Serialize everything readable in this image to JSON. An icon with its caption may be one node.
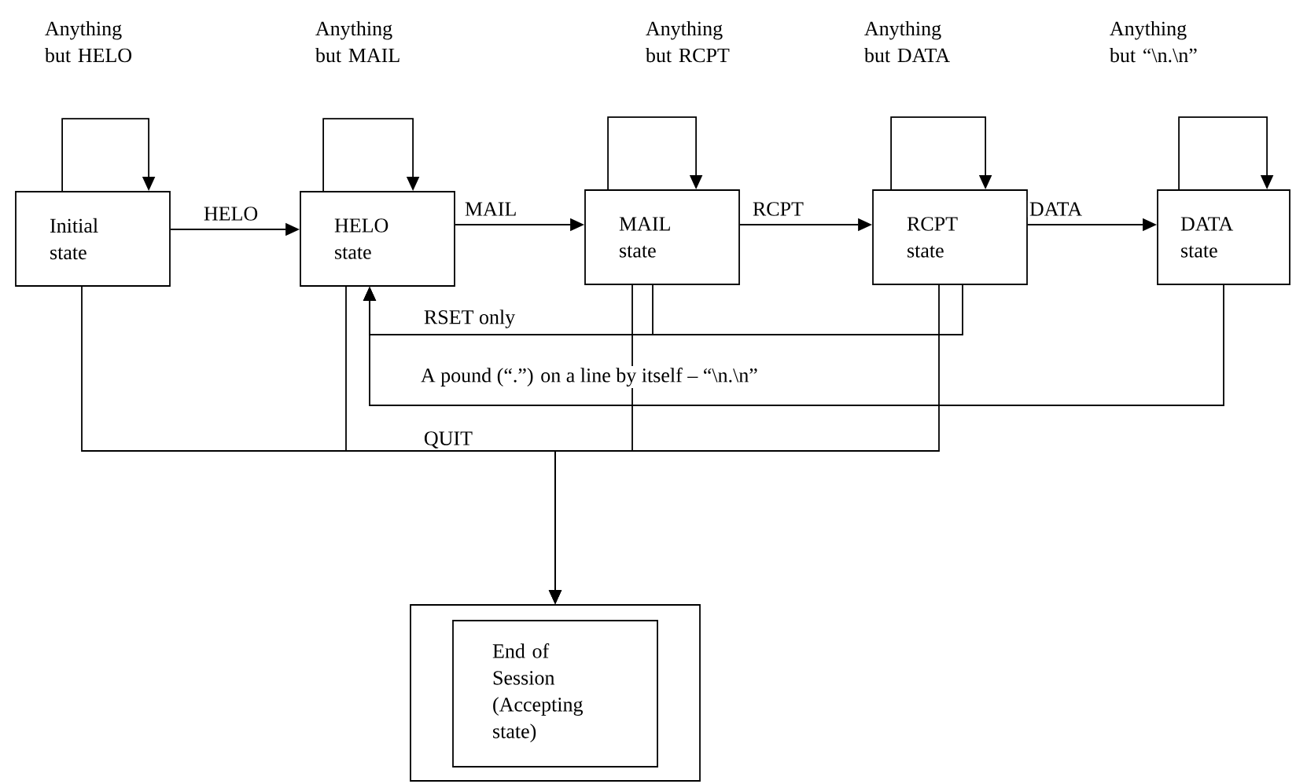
{
  "diagram": {
    "nodes": [
      {
        "text": [
          "Initial state"
        ]
      },
      {
        "text": [
          "HELO state"
        ]
      },
      {
        "text": [
          "MAIL state"
        ]
      },
      {
        "text": [
          "RCPT state"
        ]
      },
      {
        "text": [
          "DATA state"
        ]
      },
      {
        "text": [
          "End of Session (Accepting state)"
        ]
      }
    ],
    "edges": [
      {
        "from": 0,
        "to": 0,
        "arrow": "to",
        "label": "Anything but HELO"
      },
      {
        "from": 1,
        "to": 1,
        "arrow": "to",
        "label": "Anything but MAIL"
      },
      {
        "from": 2,
        "to": 2,
        "arrow": "to",
        "label": "Anything but RCPT"
      },
      {
        "from": 3,
        "to": 3,
        "arrow": "to",
        "label": "Anything but DATA"
      },
      {
        "from": 4,
        "to": 4,
        "arrow": "to",
        "label": "Anything but “\\n.\\n”"
      },
      {
        "from": 0,
        "to": 1,
        "arrow": "to",
        "label": "HELO"
      },
      {
        "from": 1,
        "to": 2,
        "arrow": "to",
        "label": "MAIL"
      },
      {
        "from": 2,
        "to": 3,
        "arrow": "to",
        "label": "RCPT"
      },
      {
        "from": 3,
        "to": 4,
        "arrow": "to",
        "label": "DATA"
      },
      {
        "from": 2,
        "to": 1,
        "arrow": "to",
        "label": "RSET only"
      },
      {
        "from": 3,
        "to": 1,
        "arrow": "to"
      },
      {
        "from": 4,
        "to": 1,
        "arrow": "to",
        "label": "A pound (“.”) on a line by itself – “\\n.\\n”"
      },
      {
        "from": 0,
        "to": 5,
        "arrow": "to",
        "label": "QUIT"
      },
      {
        "from": 1,
        "to": 5,
        "arrow": "to"
      },
      {
        "from": 2,
        "to": 5,
        "arrow": "to"
      },
      {
        "from": 3,
        "to": 5,
        "arrow": "to"
      }
    ]
  }
}
